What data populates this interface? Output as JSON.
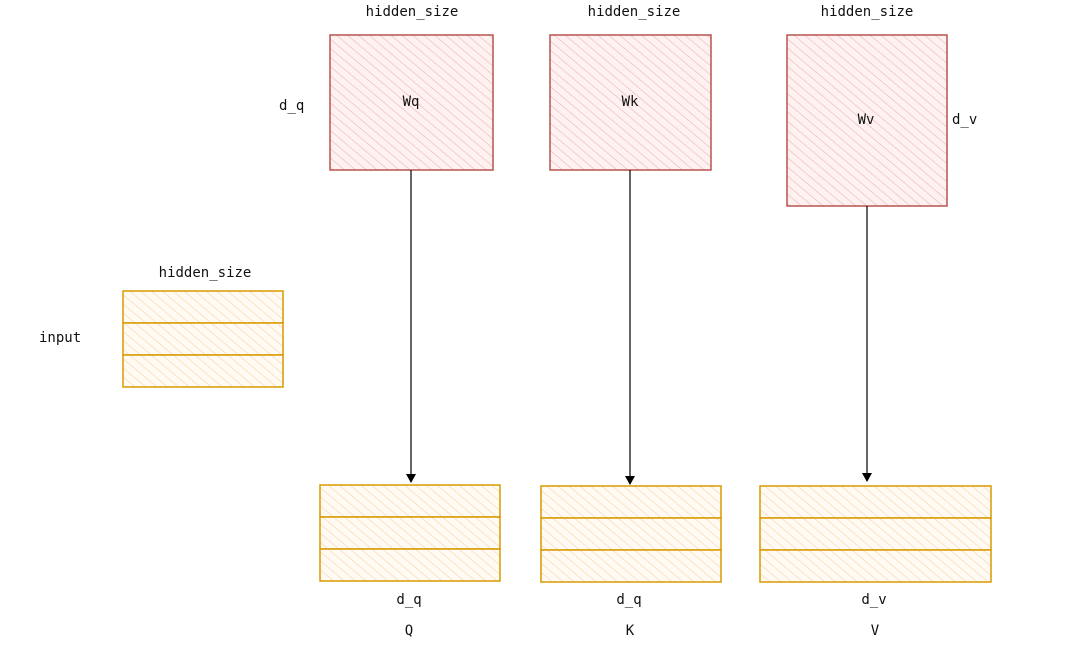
{
  "colors": {
    "weight_stroke": "#b85450",
    "weight_fill": "#f8cecc",
    "row_stroke": "#d79b00",
    "row_fill": "#ffe6cc",
    "arrow": "#000000"
  },
  "input": {
    "width_label": "hidden_size",
    "name": "input",
    "rows": 3
  },
  "weights": [
    {
      "name": "Wq",
      "width_label": "hidden_size",
      "side_label": "d_q"
    },
    {
      "name": "Wk",
      "width_label": "hidden_size",
      "side_label": ""
    },
    {
      "name": "Wv",
      "width_label": "hidden_size",
      "side_label": "d_v"
    }
  ],
  "outputs": [
    {
      "name": "Q",
      "width_label": "d_q",
      "rows": 3
    },
    {
      "name": "K",
      "width_label": "d_q",
      "rows": 3
    },
    {
      "name": "V",
      "width_label": "d_v",
      "rows": 3
    }
  ]
}
